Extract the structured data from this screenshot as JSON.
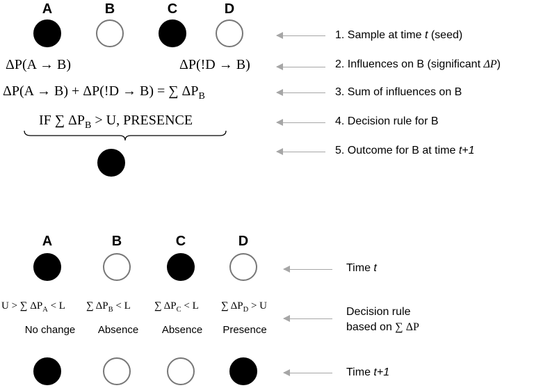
{
  "top": {
    "nodes": [
      {
        "label": "A",
        "state": "filled"
      },
      {
        "label": "B",
        "state": "empty"
      },
      {
        "label": "C",
        "state": "filled"
      },
      {
        "label": "D",
        "state": "empty"
      }
    ],
    "influence_a": "ΔP(A → B)",
    "influence_d": "ΔP(!D → B)",
    "sum_eq": "ΔP(A → B) + ΔP(!D → B) = ∑ ΔP",
    "sum_sub": "B",
    "rule_prefix": "IF ∑ ΔP",
    "rule_sub": "B",
    "rule_suffix": " > U, PRESENCE",
    "outcome_state": "filled",
    "steps": [
      {
        "pre": "1. Sample at time ",
        "em": "t",
        "post": " (seed)"
      },
      {
        "pre": "2. Influences on B (significant ",
        "em": "ΔP",
        "post": ")"
      },
      {
        "pre": "3. Sum of influences on B",
        "em": "",
        "post": ""
      },
      {
        "pre": "4. Decision rule for B",
        "em": "",
        "post": ""
      },
      {
        "pre": "5. Outcome for B at time ",
        "em": "t+1",
        "post": ""
      }
    ]
  },
  "bottom": {
    "nodes": [
      {
        "label": "A",
        "state": "filled"
      },
      {
        "label": "B",
        "state": "empty"
      },
      {
        "label": "C",
        "state": "filled"
      },
      {
        "label": "D",
        "state": "empty"
      }
    ],
    "rules": [
      {
        "pre": "U > ∑ ΔP",
        "sub": "A",
        "post": " < L",
        "outcome": "No change"
      },
      {
        "pre": "∑ ΔP",
        "sub": "B",
        "post": " < L",
        "outcome": "Absence"
      },
      {
        "pre": "∑ ΔP",
        "sub": "C",
        "post": " < L",
        "outcome": "Absence"
      },
      {
        "pre": "∑ ΔP",
        "sub": "D",
        "post": " > U",
        "outcome": "Presence"
      }
    ],
    "next_states": [
      "filled",
      "empty",
      "empty",
      "filled"
    ],
    "time_t_pre": "Time ",
    "time_t_em": "t",
    "decision_line1": "Decision rule",
    "decision_line2_pre": "based on ",
    "decision_line2_math": "∑ ΔP",
    "time_t1_pre": "Time ",
    "time_t1_em": "t+1"
  }
}
